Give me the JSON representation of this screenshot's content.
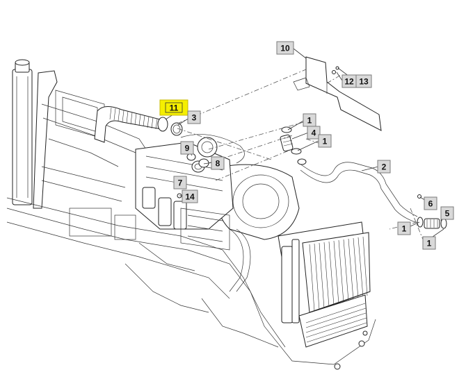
{
  "highlight_color": "#f5ef00",
  "callouts": [
    {
      "id": "c10",
      "label": "10"
    },
    {
      "id": "c12",
      "label": "12"
    },
    {
      "id": "c13",
      "label": "13"
    },
    {
      "id": "c11",
      "label": "11",
      "highlighted": true
    },
    {
      "id": "c3",
      "label": "3"
    },
    {
      "id": "c1a",
      "label": "1"
    },
    {
      "id": "c4",
      "label": "4"
    },
    {
      "id": "c1b",
      "label": "1"
    },
    {
      "id": "c9",
      "label": "9"
    },
    {
      "id": "c8",
      "label": "8"
    },
    {
      "id": "c2",
      "label": "2"
    },
    {
      "id": "c7",
      "label": "7"
    },
    {
      "id": "c14",
      "label": "14"
    },
    {
      "id": "c6",
      "label": "6"
    },
    {
      "id": "c5",
      "label": "5"
    },
    {
      "id": "c1c",
      "label": "1"
    },
    {
      "id": "c1d",
      "label": "1"
    }
  ]
}
